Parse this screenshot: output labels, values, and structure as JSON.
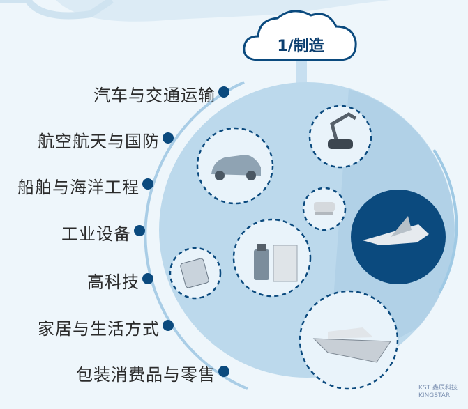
{
  "cloud": {
    "label": "1/制造"
  },
  "industries": [
    {
      "label": "汽车与交通运输"
    },
    {
      "label": "航空航天与国防"
    },
    {
      "label": "船舶与海洋工程"
    },
    {
      "label": "工业设备"
    },
    {
      "label": "高科技"
    },
    {
      "label": "家居与生活方式"
    },
    {
      "label": "包装消费品与零售"
    }
  ],
  "logo": {
    "cn": "鑫辰科技",
    "en": "KINGSTAR",
    "prefix": "KST"
  },
  "colors": {
    "background": "#eef6fb",
    "dark_blue": "#0b4a7e",
    "light_circle": "#b5d6ea",
    "pale_circle": "#d3e7f3",
    "line": "#9fc9e4"
  },
  "icons": [
    "robot-arm-icon",
    "car-icon",
    "armchair-icon",
    "jet-fighter-icon",
    "perfume-bag-icon",
    "circuit-chip-icon",
    "yacht-icon"
  ]
}
